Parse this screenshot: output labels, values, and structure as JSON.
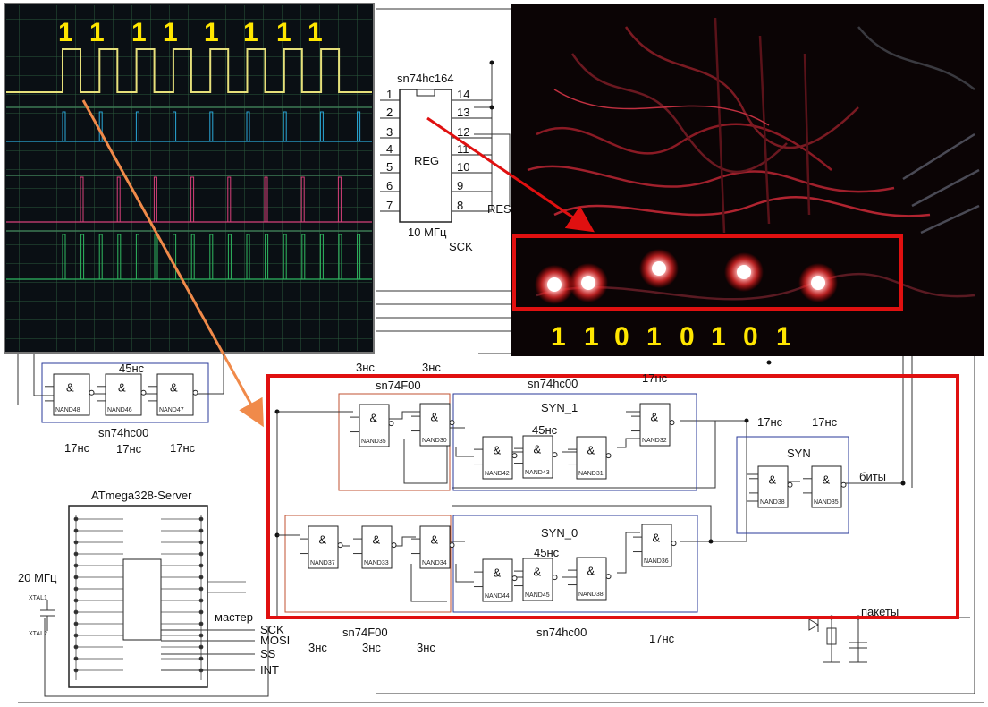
{
  "scope": {
    "bits": [
      "1",
      "1",
      "1",
      "1",
      "1",
      "1",
      "1",
      "1"
    ]
  },
  "photo": {
    "bits": [
      "1",
      "1",
      "0",
      "1",
      "0",
      "1",
      "0",
      "1"
    ]
  },
  "register": {
    "title": "sn74hc164",
    "name": "REG",
    "pins_left": [
      "1",
      "2",
      "3",
      "4",
      "5",
      "6",
      "7"
    ],
    "pins_right": [
      "14",
      "13",
      "12",
      "11",
      "10",
      "9",
      "8"
    ],
    "clock": "10 МГц",
    "sck": "SCK",
    "res": "RES"
  },
  "delay_chain": {
    "total": "45нс",
    "part": "sn74hc00",
    "gates": [
      "NAND48",
      "NAND46",
      "NAND47"
    ],
    "delays": [
      "17нс",
      "17нс",
      "17нс"
    ]
  },
  "sync": {
    "top_delays": [
      "3нс",
      "3нс"
    ],
    "upper_part": "sn74F00",
    "upper_part2": "sn74hc00",
    "upper_extra_delay": "17нс",
    "syn1_title": "SYN_1",
    "syn1_delay": "45нс",
    "syn1_gates": [
      "NAND35",
      "NAND30",
      "NAND42",
      "NAND43",
      "NAND31",
      "NAND32"
    ],
    "syn0_title": "SYN_0",
    "syn0_delay": "45нс",
    "syn0_gates": [
      "NAND37",
      "NAND33",
      "NAND34",
      "NAND44",
      "NAND45",
      "NAND38",
      "NAND36"
    ],
    "syn_title": "SYN",
    "syn_delays": [
      "17нс",
      "17нс"
    ],
    "syn_gates": [
      "NAND38",
      "NAND35"
    ],
    "bits_label": "биты",
    "packets_label": "пакеты",
    "bottom_part": "sn74F00",
    "bottom_part2": "sn74hc00",
    "bottom_delays": [
      "3нс",
      "3нс",
      "3нс"
    ],
    "bottom_extra_delay": "17нс"
  },
  "mcu": {
    "title": "ATmega328-Server",
    "crystal": "20 МГц",
    "xtal1": "XTAL1",
    "xtal2": "XTAL2",
    "master_label": "мастер",
    "signals": [
      "SCK",
      "MOSI",
      "SS",
      "INT"
    ]
  },
  "colors": {
    "scope_bg": "#0a0f14",
    "scope_grid": "#2b5a3c",
    "trace_yellow": "#e6e07a",
    "trace_cyan": "#2aa7d8",
    "trace_pink": "#d8407a",
    "trace_green": "#2fb860",
    "highlight_red": "#e01010",
    "arrow_orange": "#f08a4a",
    "bit_yellow": "#ffe600"
  }
}
